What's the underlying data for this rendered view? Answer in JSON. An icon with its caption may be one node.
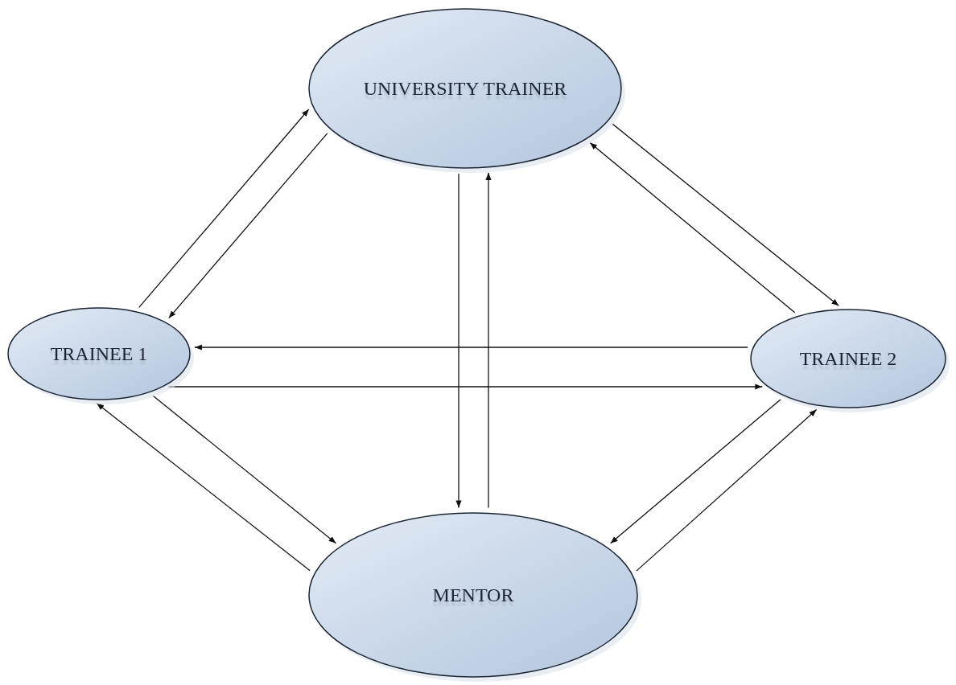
{
  "diagram": {
    "nodes": [
      {
        "text": [
          "UNIVERSITY TRAINER"
        ]
      },
      {
        "text": [
          "TRAINEE 1"
        ]
      },
      {
        "text": [
          "TRAINEE 2"
        ]
      },
      {
        "text": [
          "MENTOR"
        ]
      }
    ],
    "edges": [
      {
        "from": 1,
        "to": 0,
        "arrow": "to"
      },
      {
        "from": 0,
        "to": 1,
        "arrow": "to"
      },
      {
        "from": 0,
        "to": 2,
        "arrow": "to"
      },
      {
        "from": 2,
        "to": 0,
        "arrow": "to"
      },
      {
        "from": 2,
        "to": 1,
        "arrow": "to"
      },
      {
        "from": 1,
        "to": 2,
        "arrow": "to"
      },
      {
        "from": 0,
        "to": 3,
        "arrow": "to"
      },
      {
        "from": 3,
        "to": 0,
        "arrow": "to"
      },
      {
        "from": 1,
        "to": 3,
        "arrow": "to"
      },
      {
        "from": 3,
        "to": 1,
        "arrow": "to"
      },
      {
        "from": 2,
        "to": 3,
        "arrow": "to"
      },
      {
        "from": 3,
        "to": 2,
        "arrow": "to"
      }
    ]
  }
}
